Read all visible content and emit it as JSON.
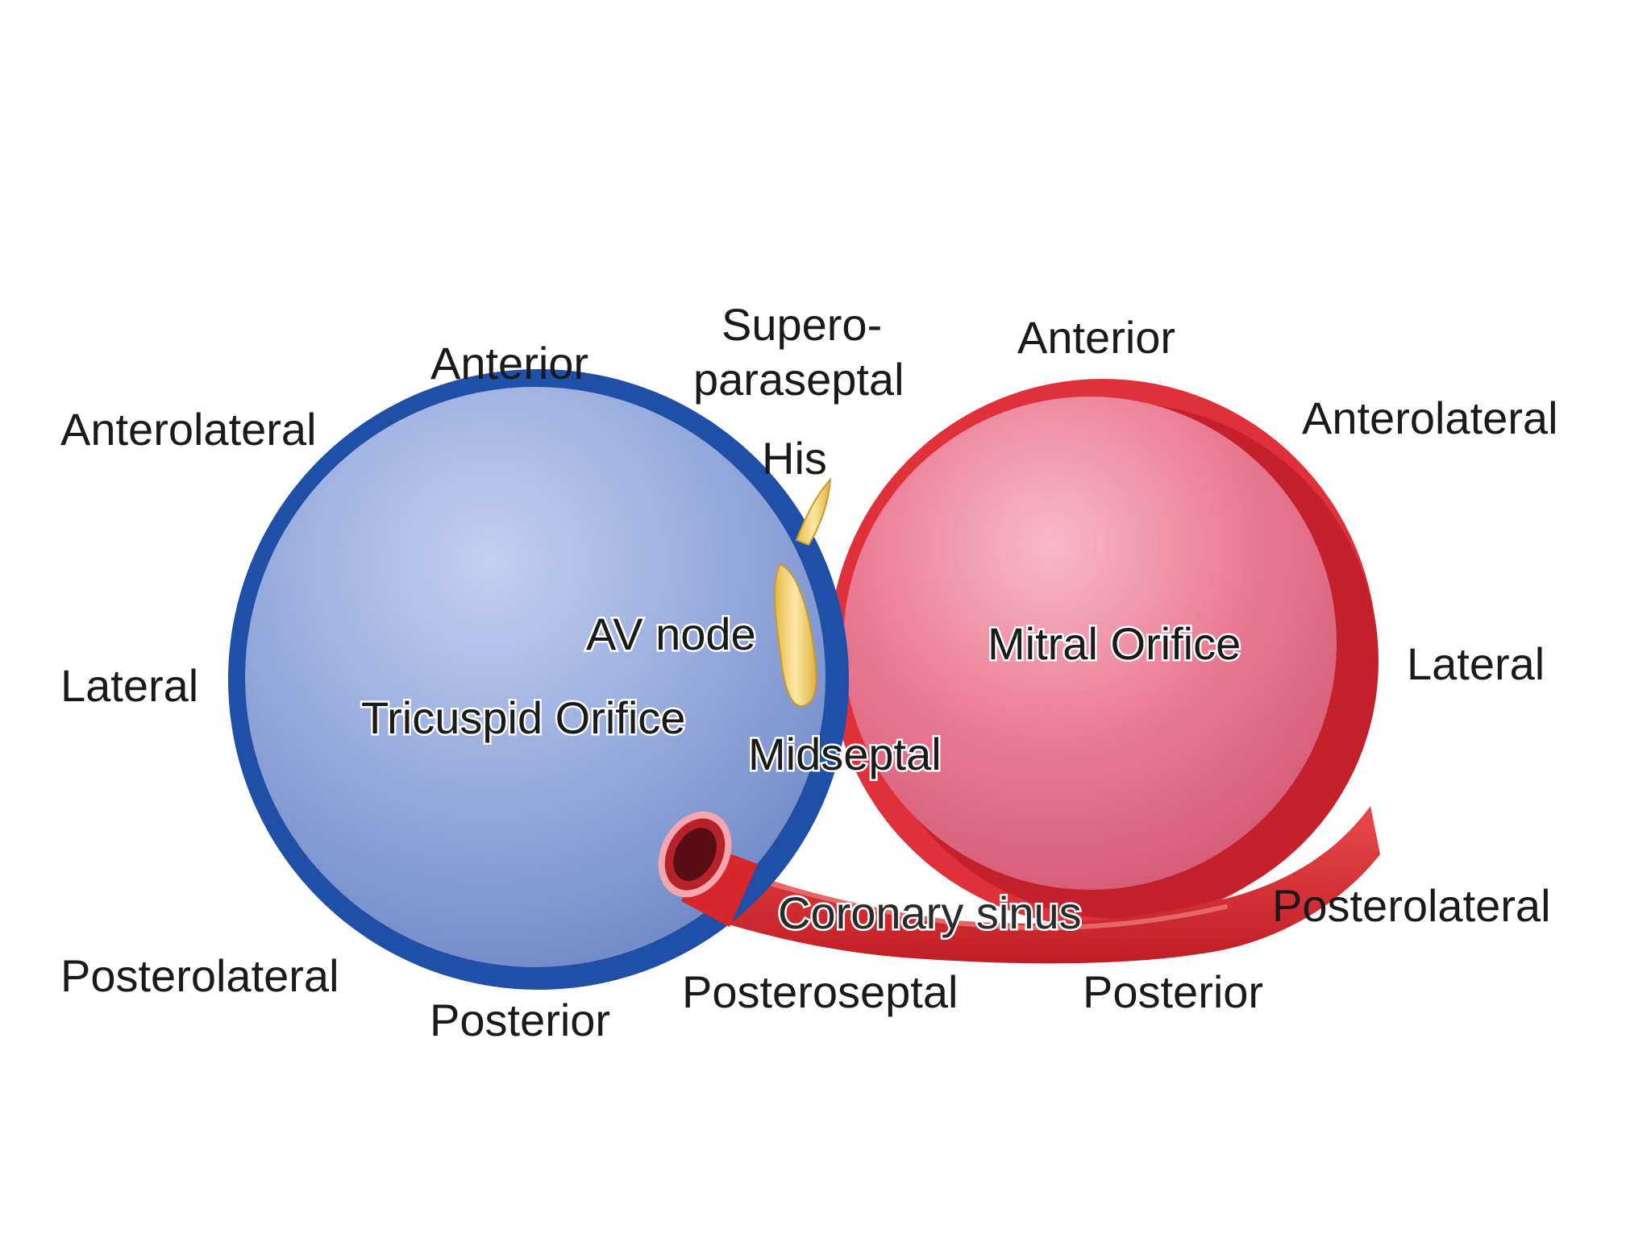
{
  "colors": {
    "tricuspid_ring": "#1f4fa6",
    "tricuspid_fill": "#8fa6da",
    "mitral_ring": "#e0303a",
    "mitral_fill": "#e8748c",
    "conduction_tissue": "#f0cf70",
    "coronary_sinus": "#d9262c"
  },
  "tricuspid": {
    "name": "Tricuspid Orifice",
    "labels": {
      "anterior": "Anterior",
      "anterolateral": "Anterolateral",
      "lateral": "Lateral",
      "posterolateral": "Posterolateral",
      "posterior": "Posterior"
    }
  },
  "mitral": {
    "name": "Mitral Orifice",
    "labels": {
      "anterior": "Anterior",
      "anterolateral": "Anterolateral",
      "lateral": "Lateral",
      "posterolateral": "Posterolateral",
      "posterior": "Posterior"
    }
  },
  "septal": {
    "supero_line1": "Supero-",
    "supero_line2": "paraseptal",
    "his": "His",
    "av_node": "AV node",
    "midseptal": "Midseptal",
    "posteroseptal": "Posteroseptal"
  },
  "coronary_sinus": "Coronary sinus"
}
